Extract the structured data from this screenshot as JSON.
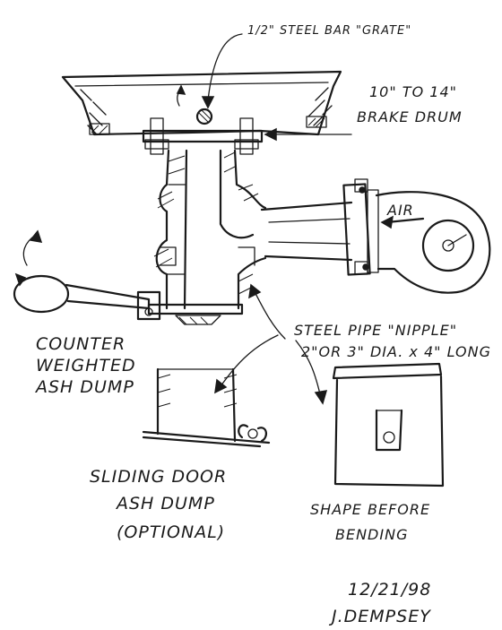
{
  "labels": {
    "grate": "1/2\" STEEL BAR \"GRATE\"",
    "drum_line1": "10\" TO 14\"",
    "drum_line2": "BRAKE DRUM",
    "air": "AIR",
    "counter_line1": "COUNTER",
    "counter_line2": "WEIGHTED",
    "counter_line3": "ASH DUMP",
    "pipe_line1": "STEEL PIPE \"NIPPLE\"",
    "pipe_line2": "2\"OR 3\" DIA. x 4\" LONG",
    "sliding_line1": "SLIDING DOOR",
    "sliding_line2": "ASH DUMP",
    "sliding_line3": "(OPTIONAL)",
    "shape_line1": "SHAPE BEFORE",
    "shape_line2": "BENDING",
    "date": "12/21/98",
    "author": "J.DEMPSEY"
  }
}
